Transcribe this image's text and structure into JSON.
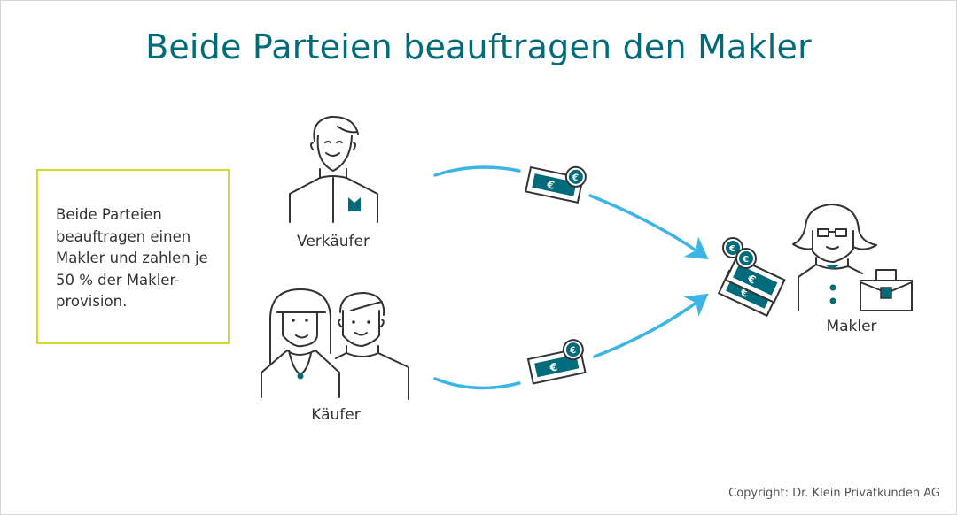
{
  "title": "Beide Parteien beauftragen den Makler",
  "info_box": {
    "text": "Beide Parteien beauftragen einen Makler und zahlen je 50 % der Makler-provision."
  },
  "roles": {
    "seller": "Verkäufer",
    "buyer": "Käufer",
    "agent": "Makler"
  },
  "copyright": "Copyright: Dr. Klein Privatkunden AG",
  "currency_symbol": "€",
  "colors": {
    "title": "#006b7b",
    "arrow": "#3bb5e3",
    "box_border": "#d3dc22",
    "accent": "#006b7b",
    "line": "#333333"
  }
}
